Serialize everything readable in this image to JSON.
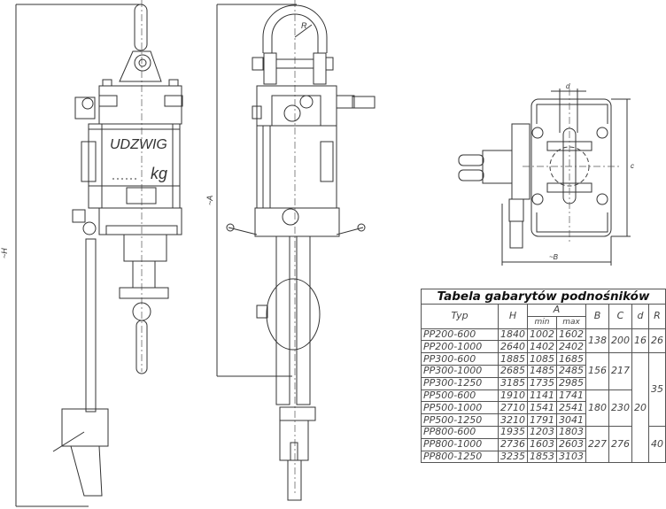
{
  "drawing": {
    "labels": {
      "capacity_plate": "UDZWIG",
      "capacity_unit": "kg",
      "dim_H": "~H",
      "dim_A": "~A",
      "dim_R": "R",
      "dim_d": "d",
      "dim_C": "c",
      "dim_B": "~B"
    }
  },
  "table": {
    "title": "Tabela gabarytów podnośników",
    "headers": {
      "typ": "Typ",
      "h": "H",
      "a": "A",
      "a_min": "min",
      "a_max": "max",
      "b": "B",
      "c": "C",
      "d": "d",
      "r": "R"
    },
    "rows": [
      {
        "typ": "PP200-600",
        "h": "1840",
        "min": "1002",
        "max": "1602"
      },
      {
        "typ": "PP200-1000",
        "h": "2640",
        "min": "1402",
        "max": "2402"
      },
      {
        "typ": "PP300-600",
        "h": "1885",
        "min": "1085",
        "max": "1685"
      },
      {
        "typ": "PP300-1000",
        "h": "2685",
        "min": "1485",
        "max": "2485"
      },
      {
        "typ": "PP300-1250",
        "h": "3185",
        "min": "1735",
        "max": "2985"
      },
      {
        "typ": "PP500-600",
        "h": "1910",
        "min": "1141",
        "max": "1741"
      },
      {
        "typ": "PP500-1000",
        "h": "2710",
        "min": "1541",
        "max": "2541"
      },
      {
        "typ": "PP500-1250",
        "h": "3210",
        "min": "1791",
        "max": "3041"
      },
      {
        "typ": "PP800-600",
        "h": "1935",
        "min": "1203",
        "max": "1803"
      },
      {
        "typ": "PP800-1000",
        "h": "2736",
        "min": "1603",
        "max": "2603"
      },
      {
        "typ": "PP800-1250",
        "h": "3235",
        "min": "1853",
        "max": "3103"
      }
    ],
    "merged": {
      "b": [
        {
          "start": 0,
          "span": 2,
          "value": "138"
        },
        {
          "start": 2,
          "span": 3,
          "value": "156"
        },
        {
          "start": 5,
          "span": 3,
          "value": "180"
        },
        {
          "start": 8,
          "span": 3,
          "value": "227"
        }
      ],
      "c": [
        {
          "start": 0,
          "span": 2,
          "value": "200"
        },
        {
          "start": 2,
          "span": 3,
          "value": "217"
        },
        {
          "start": 5,
          "span": 3,
          "value": "230"
        },
        {
          "start": 8,
          "span": 3,
          "value": "276"
        }
      ],
      "d": [
        {
          "start": 0,
          "span": 2,
          "value": "16"
        },
        {
          "start": 2,
          "span": 9,
          "value": "20"
        }
      ],
      "r": [
        {
          "start": 0,
          "span": 2,
          "value": "26"
        },
        {
          "start": 2,
          "span": 6,
          "value": "35"
        },
        {
          "start": 8,
          "span": 3,
          "value": "40"
        }
      ]
    }
  }
}
